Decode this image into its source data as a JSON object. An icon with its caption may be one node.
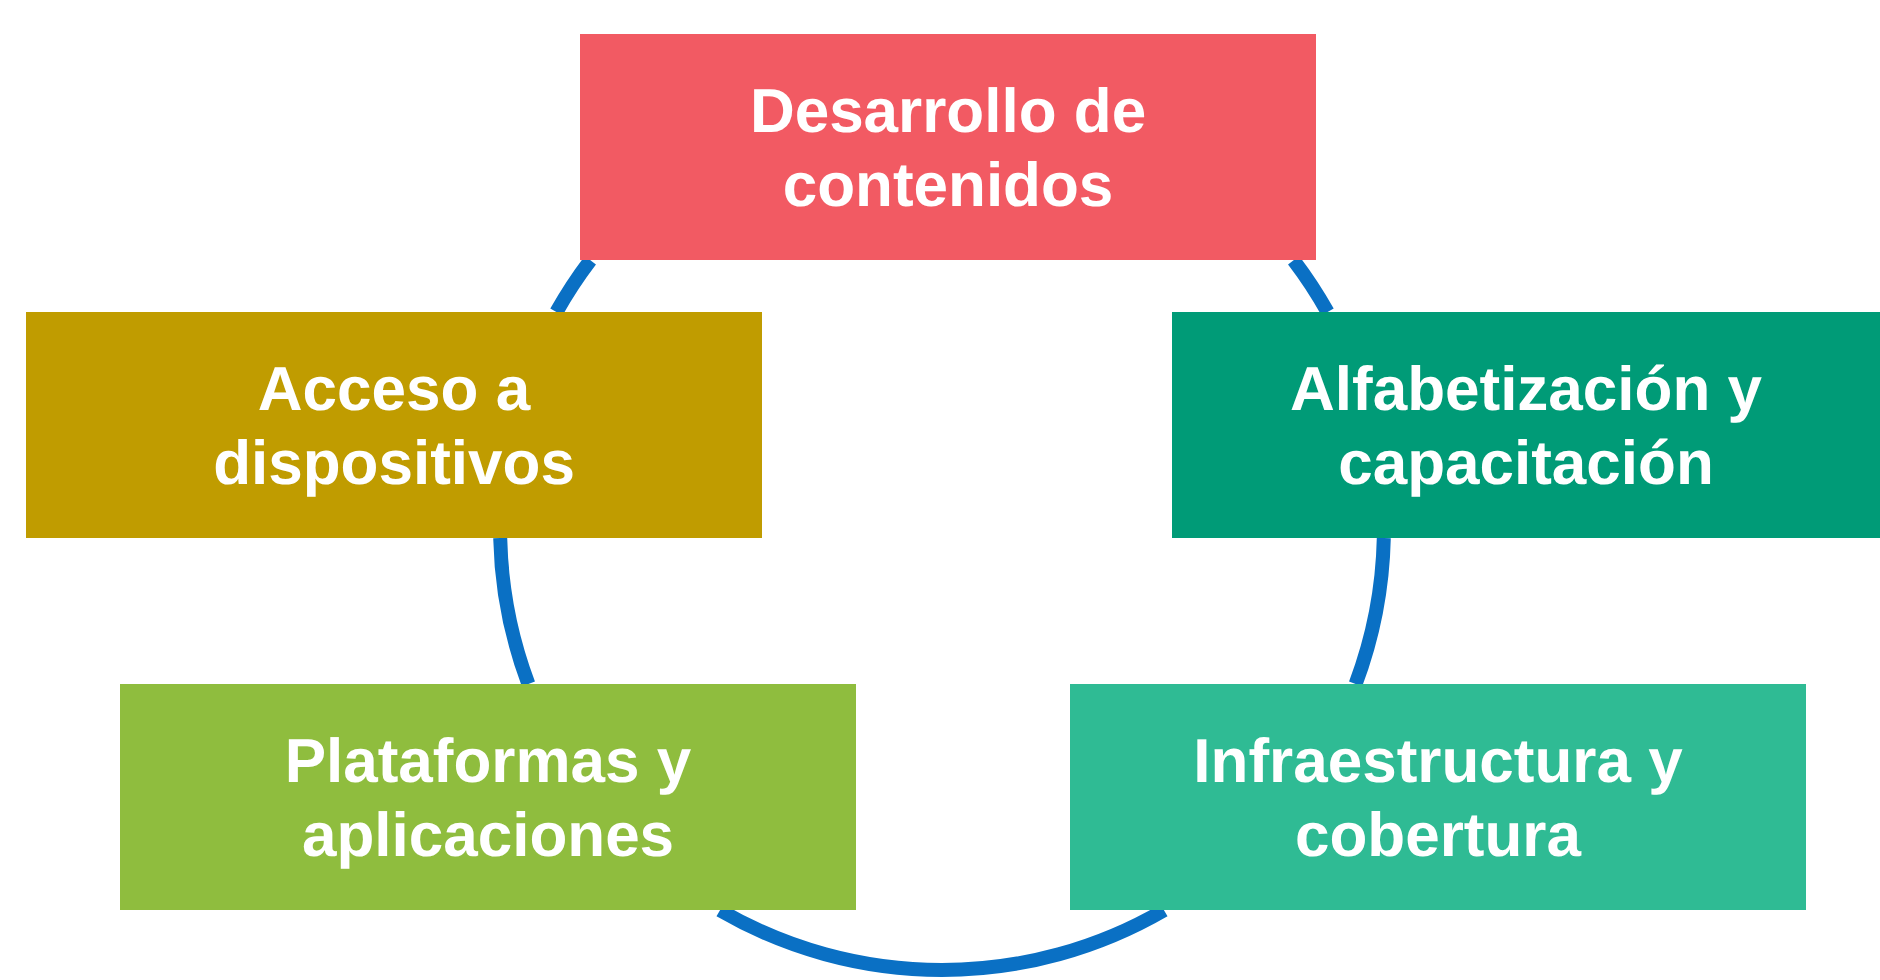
{
  "diagram": {
    "nodes": [
      {
        "text": [
          "Desarrollo de contenidos"
        ]
      },
      {
        "text": [
          "Acceso a dispositivos"
        ]
      },
      {
        "text": [
          "Alfabetización y capacitación"
        ]
      },
      {
        "text": [
          "Plataformas y aplicaciones"
        ]
      },
      {
        "text": [
          "Infraestructura y cobertura"
        ]
      }
    ],
    "edges": [
      {
        "from": 0,
        "to": 2,
        "arrow": "none"
      },
      {
        "from": 2,
        "to": 4,
        "arrow": "none"
      },
      {
        "from": 4,
        "to": 3,
        "arrow": "none"
      },
      {
        "from": 3,
        "to": 1,
        "arrow": "none"
      },
      {
        "from": 1,
        "to": 0,
        "arrow": "none"
      }
    ]
  }
}
